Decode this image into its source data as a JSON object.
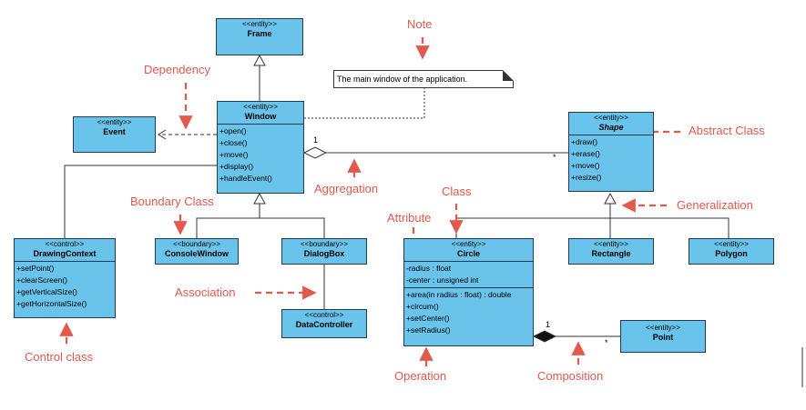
{
  "classes": {
    "frame": {
      "stereotype": "<<entity>>",
      "name": "Frame"
    },
    "window": {
      "stereotype": "<<entity>>",
      "name": "Window",
      "operations": [
        "+open()",
        "+close()",
        "+move()",
        "+display()",
        "+handleEvent()"
      ]
    },
    "event": {
      "stereotype": "<<entity>>",
      "name": "Event"
    },
    "shape": {
      "stereotype": "<<entity>>",
      "name": "Shape",
      "operations": [
        "+draw()",
        "+erase()",
        "+move()",
        "+resize()"
      ]
    },
    "drawing_context": {
      "stereotype": "<<control>>",
      "name": "DrawingContext",
      "operations": [
        "+setPoint()",
        "+clearScreen()",
        "+getVerticalSize()",
        "+getHorizontalSize()"
      ]
    },
    "console_window": {
      "stereotype": "<<boundary>>",
      "name": "ConsoleWindow"
    },
    "dialog_box": {
      "stereotype": "<<boundary>>",
      "name": "DialogBox"
    },
    "data_controller": {
      "stereotype": "<<control>>",
      "name": "DataController"
    },
    "circle": {
      "stereotype": "<<entity>>",
      "name": "Circle",
      "attributes": [
        "-radius : float",
        "-center : unsigned int"
      ],
      "operations": [
        "+area(in radius : float) : double",
        "+circum()",
        "+setCenter()",
        "+setRadius()"
      ]
    },
    "rectangle": {
      "stereotype": "<<entity>>",
      "name": "Rectangle"
    },
    "polygon": {
      "stereotype": "<<entity>>",
      "name": "Polygon"
    },
    "point": {
      "stereotype": "<<entity>>",
      "name": "Point"
    }
  },
  "note": {
    "text": "The main window of the application."
  },
  "multiplicities": {
    "aggregation_window": "1",
    "aggregation_shape": "*",
    "composition_circle": "1",
    "composition_point": "*"
  },
  "annotations": {
    "note": "Note",
    "dependency": "Dependency",
    "abstract_class": "Abstract Class",
    "aggregation": "Aggregation",
    "boundary_class": "Boundary Class",
    "class": "Class",
    "generalization": "Generalization",
    "attribute": "Attribute",
    "association": "Association",
    "control_class": "Control class",
    "operation": "Operation",
    "composition": "Composition"
  },
  "colors": {
    "class_fill": "#69c3ea",
    "annotation": "#e0594b",
    "line": "#333333"
  }
}
